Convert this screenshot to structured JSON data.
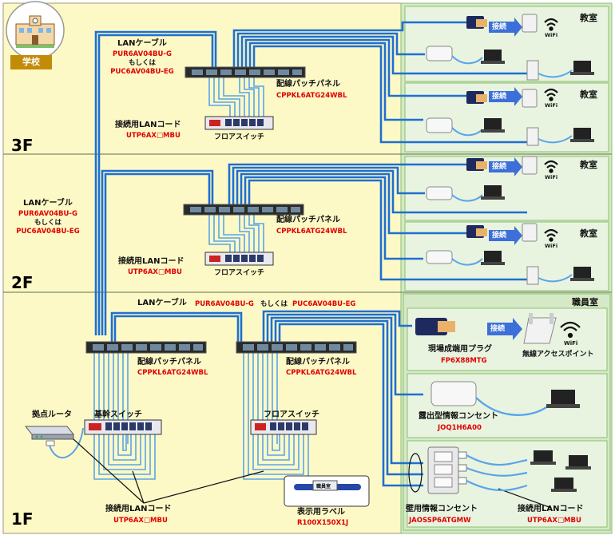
{
  "school_label": "学校",
  "floors": {
    "f3": "3F",
    "f2": "2F",
    "f1": "1F"
  },
  "room_classroom": "教室",
  "room_staff": "職員室",
  "connect_label": "接続",
  "wifi_label": "WiFi",
  "lan_cable": {
    "label": "LANケーブル",
    "model_a": "PUR6AV04BU-G",
    "or": "もしくは",
    "model_b": "PUC6AV04BU-EG"
  },
  "patch_panel": {
    "label": "配線パッチパネル",
    "model": "CPPKL6ATG24WBL"
  },
  "patch_cord": {
    "label": "接続用LANコード",
    "model": "UTP6AX□MBU"
  },
  "floor_switch": "フロアスイッチ",
  "core_switch": "基幹スイッチ",
  "router": "拠点ルータ",
  "field_plug": {
    "label": "現場成端用プラグ",
    "model": "FP6X88MTG"
  },
  "wireless_ap": "無線アクセスポイント",
  "surface_outlet": {
    "label": "露出型情報コンセント",
    "model": "JOQ1H6A00"
  },
  "wall_outlet": {
    "label": "壁用情報コンセント",
    "model": "JAOSSP6ATGMW"
  },
  "display_label": {
    "label": "表示用ラベル",
    "model": "R100X150X1J",
    "tag_text": "職員室"
  },
  "colors": {
    "yellow_bg": "#fdf9c6",
    "green_bg": "#dff0d4",
    "green_border": "#8cbf70",
    "cable": "#1f6fd1",
    "cable_light": "#a8cff2",
    "accent_red": "#e00000",
    "badge": "#c28b08"
  }
}
